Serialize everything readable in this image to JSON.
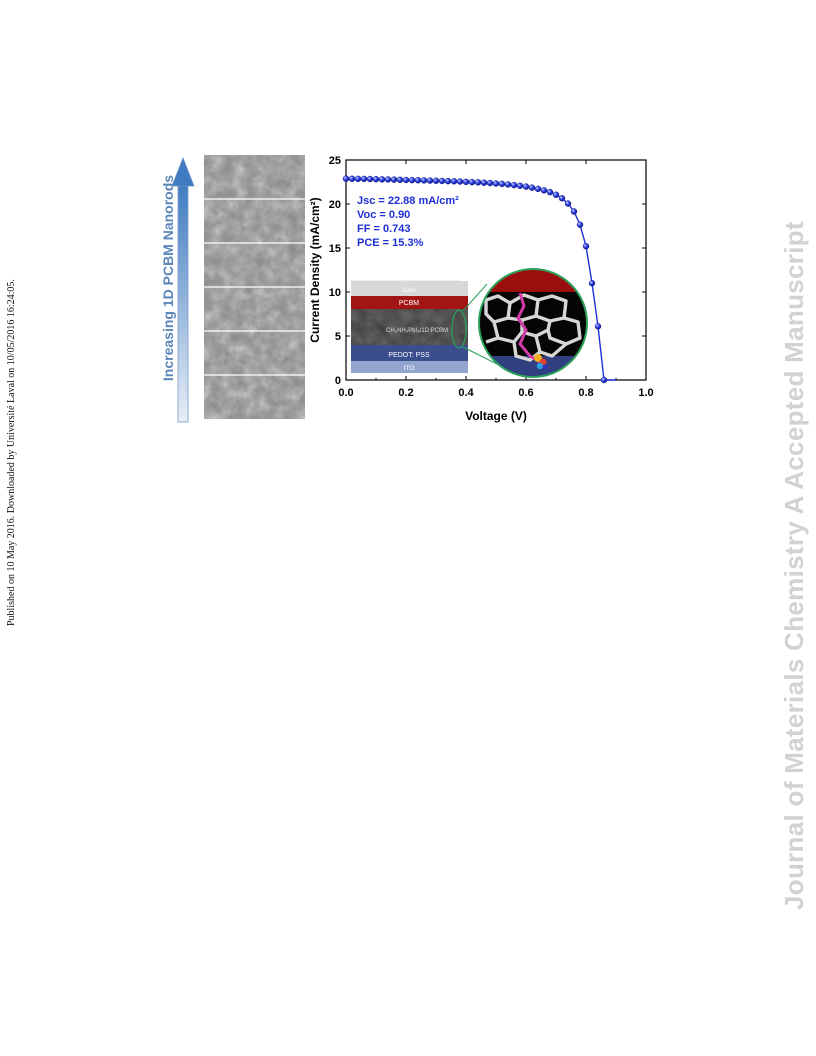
{
  "side_note": "Published on 10 May 2016. Downloaded by Université Laval on 10/05/2016 16:24:05.",
  "watermark": "Journal of Materials Chemistry A Accepted Manuscript",
  "arrow_label": "Increasing 1D PCBM Nanorods",
  "sem_panels": 6,
  "device_layers": [
    {
      "label": "CaAl",
      "color": "#d8d8d8"
    },
    {
      "label": "PCBM",
      "color": "#a31515"
    },
    {
      "label": "CH₃NH₃PbI₃/1D PCBM",
      "color": "#3c3c3c"
    },
    {
      "label": "PEDOT: PSS",
      "color": "#3a4d8c"
    },
    {
      "label": "ITO",
      "color": "#93a4cf"
    }
  ],
  "chart_data": {
    "type": "line",
    "xlabel": "Voltage (V)",
    "ylabel": "Current Density (mA/cm²)",
    "xlim": [
      0.0,
      1.0
    ],
    "ylim": [
      0,
      25
    ],
    "xticks": [
      "0.0",
      "0.2",
      "0.4",
      "0.6",
      "0.8",
      "1.0"
    ],
    "yticks": [
      "0",
      "5",
      "10",
      "15",
      "20",
      "25"
    ],
    "annotations": [
      "Jsc = 22.88 mA/cm²",
      "Voc = 0.90",
      "FF = 0.743",
      "PCE = 15.3%"
    ],
    "series": [
      {
        "color": "#1f2fd6",
        "x": [
          0.0,
          0.02,
          0.04,
          0.06,
          0.08,
          0.1,
          0.12,
          0.14,
          0.16,
          0.18,
          0.2,
          0.22,
          0.24,
          0.26,
          0.28,
          0.3,
          0.32,
          0.34,
          0.36,
          0.38,
          0.4,
          0.42,
          0.44,
          0.46,
          0.48,
          0.5,
          0.52,
          0.54,
          0.56,
          0.58,
          0.6,
          0.62,
          0.64,
          0.66,
          0.68,
          0.7,
          0.72,
          0.74,
          0.76,
          0.78,
          0.8,
          0.82,
          0.84,
          0.86,
          0.88,
          0.9
        ],
        "y": [
          22.88,
          22.87,
          22.86,
          22.85,
          22.84,
          22.82,
          22.8,
          22.79,
          22.77,
          22.75,
          22.73,
          22.71,
          22.7,
          22.68,
          22.66,
          22.64,
          22.62,
          22.6,
          22.58,
          22.55,
          22.52,
          22.49,
          22.46,
          22.42,
          22.38,
          22.33,
          22.28,
          22.22,
          22.15,
          22.07,
          21.98,
          21.86,
          21.72,
          21.55,
          21.35,
          21.05,
          20.65,
          20.05,
          19.15,
          17.65,
          15.2,
          11.0,
          6.1,
          0.0,
          0.0,
          0.0
        ]
      }
    ]
  }
}
